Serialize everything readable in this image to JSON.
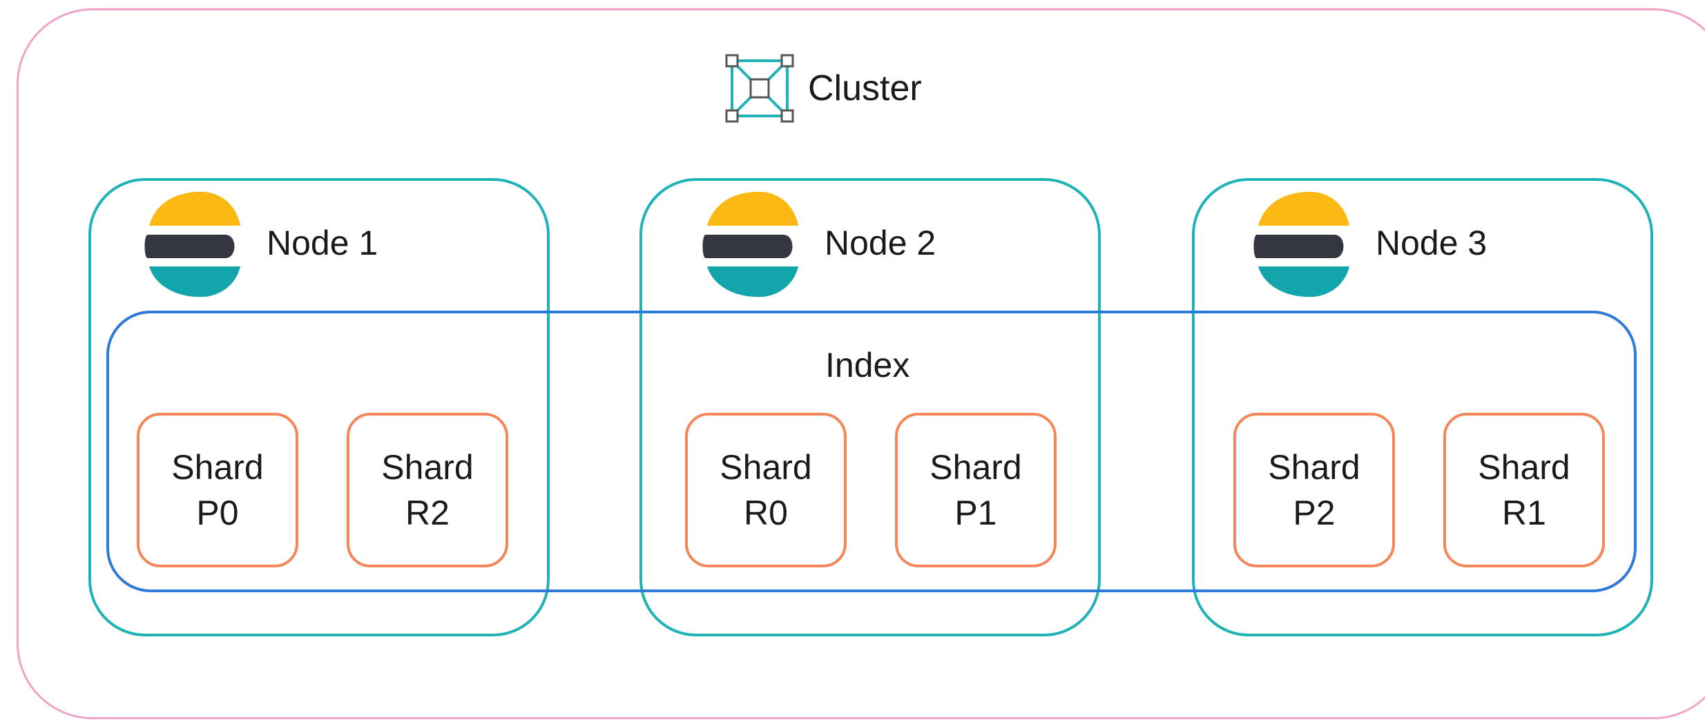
{
  "cluster": {
    "label": "Cluster",
    "icon": "cluster-network-icon"
  },
  "nodes": [
    {
      "label": "Node 1",
      "icon": "elastic-logo-icon"
    },
    {
      "label": "Node 2",
      "icon": "elastic-logo-icon"
    },
    {
      "label": "Node 3",
      "icon": "elastic-logo-icon"
    }
  ],
  "index": {
    "label": "Index"
  },
  "shards": [
    {
      "line1": "Shard",
      "line2": "P0"
    },
    {
      "line1": "Shard",
      "line2": "R2"
    },
    {
      "line1": "Shard",
      "line2": "R0"
    },
    {
      "line1": "Shard",
      "line2": "P1"
    },
    {
      "line1": "Shard",
      "line2": "P2"
    },
    {
      "line1": "Shard",
      "line2": "R1"
    }
  ],
  "colors": {
    "cluster_border": "#f0a3c6",
    "node_border": "#1fb3b8",
    "index_border": "#2f79d8",
    "shard_border": "#f4865a",
    "logo_yellow": "#fcb813",
    "logo_dark": "#343741",
    "logo_teal": "#12a5ab"
  }
}
